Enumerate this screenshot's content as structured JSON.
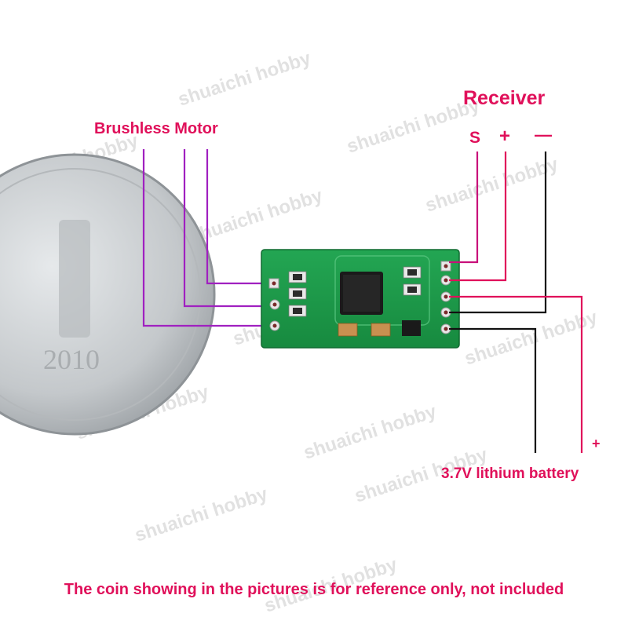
{
  "labels": {
    "motor": "Brushless Motor",
    "receiver": "Receiver",
    "pin_s": "S",
    "pin_plus": "+",
    "pin_minus": "—",
    "battery_plus": "+",
    "battery": "3.7V lithium battery",
    "footer": "The coin showing in the pictures is for reference only, not included"
  },
  "watermark": "shuaichi hobby",
  "colors": {
    "label": "#e0105a",
    "motor_wire": "#a020c0",
    "plus_wire": "#e0105a",
    "signal_wire": "#c8107a",
    "black_wire": "#111111",
    "board": "#1e9a4a",
    "coin": "#c9cdd0"
  }
}
